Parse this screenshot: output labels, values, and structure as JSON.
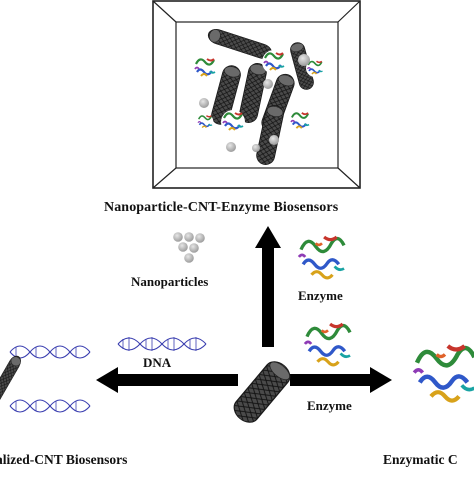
{
  "labels": {
    "top_title": "Nanoparticle-CNT-Enzyme Biosensors",
    "nanoparticles": "Nanoparticles",
    "enzyme_top": "Enzyme",
    "dna": "DNA",
    "enzyme_right": "Enzyme",
    "left_title": "alized-CNT Biosensors",
    "right_title": "Enzymatic C"
  },
  "colors": {
    "box_stroke": "#222222",
    "cnt_fill": "#3a3a3a",
    "nanoparticle": "#b5b5b5",
    "arrow": "#000000",
    "dna_strand": "#3b3fb0"
  },
  "icons": [
    "carbon-nanotube-icon",
    "enzyme-protein-icon",
    "dna-helix-icon",
    "nanoparticle-cluster-icon",
    "arrow-icon"
  ]
}
